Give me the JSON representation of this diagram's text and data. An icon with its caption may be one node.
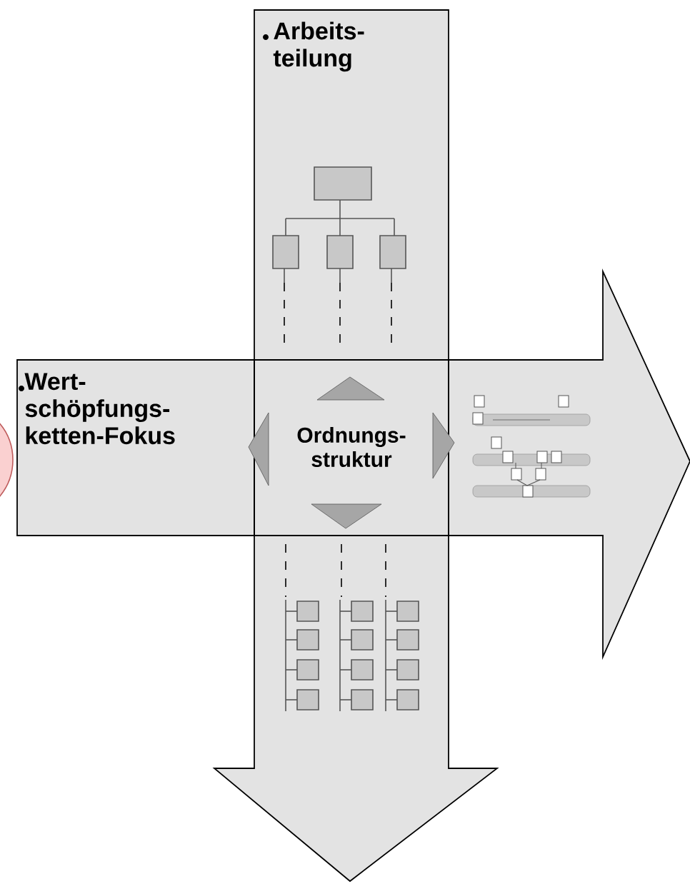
{
  "diagram": {
    "nodes": [
      {
        "text": [
          "Arbeits- teilung"
        ]
      },
      {
        "text": [],
        "shape": "circle"
      },
      {
        "text": [
          "Wert- schöpfungs- ketten-Fokus"
        ]
      },
      {
        "text": [
          "Ordnungs- struktur"
        ]
      }
    ]
  }
}
